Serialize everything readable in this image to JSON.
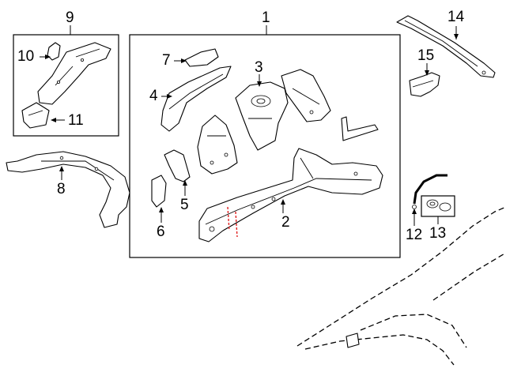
{
  "callouts": {
    "c1": "1",
    "c2": "2",
    "c3": "3",
    "c4": "4",
    "c5": "5",
    "c6": "6",
    "c7": "7",
    "c8": "8",
    "c9": "9",
    "c10": "10",
    "c11": "11",
    "c12": "12",
    "c13": "13",
    "c14": "14",
    "c15": "15"
  },
  "colors": {
    "line": "#000000",
    "weld_marker": "#e02020",
    "background": "#ffffff"
  }
}
